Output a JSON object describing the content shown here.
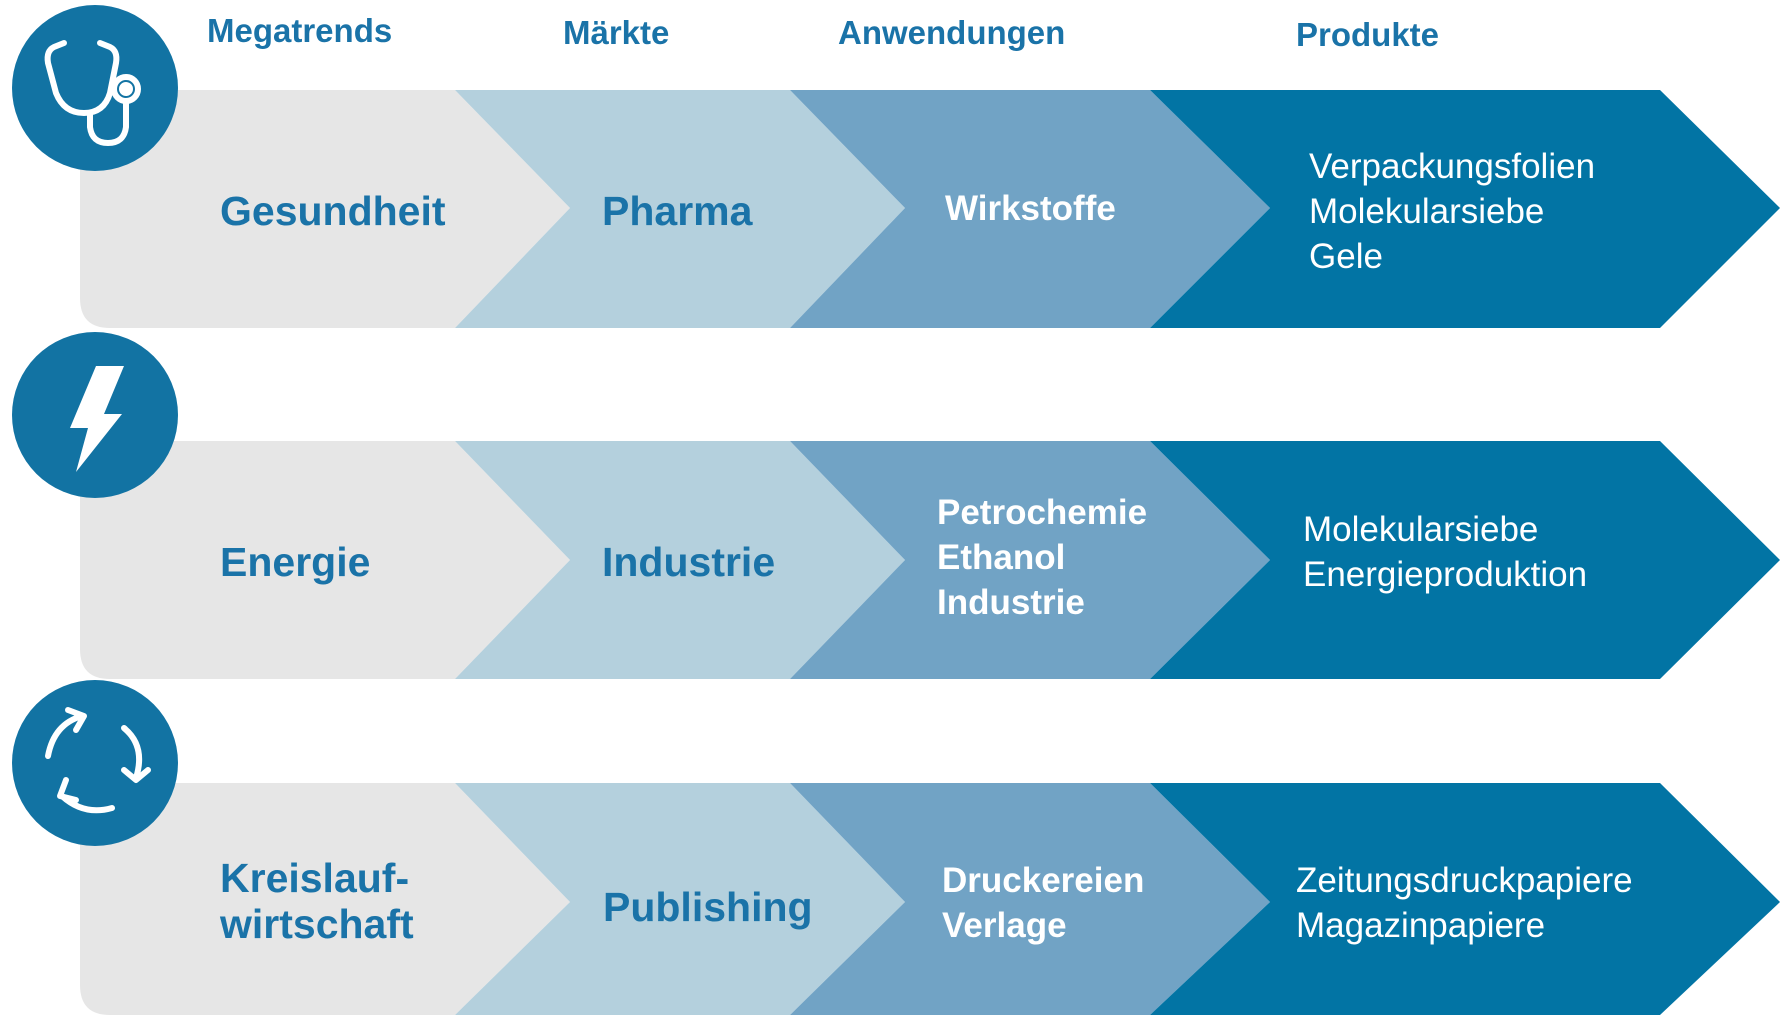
{
  "headers": [
    "Megatrends",
    "Märkte",
    "Anwendungen",
    "Produkte"
  ],
  "rows": [
    {
      "icon": "stethoscope-icon",
      "megatrend": [
        "Gesundheit"
      ],
      "markt": [
        "Pharma"
      ],
      "anwendung": [
        "Wirkstoffe"
      ],
      "produkte": [
        "Verpackungsfolien",
        "Molekularsiebe",
        "Gele"
      ]
    },
    {
      "icon": "lightning-bolt-icon",
      "megatrend": [
        "Energie"
      ],
      "markt": [
        "Industrie"
      ],
      "anwendung": [
        "Petrochemie",
        "Ethanol",
        "Industrie"
      ],
      "produkte": [
        "Molekularsiebe",
        "Energieproduktion"
      ]
    },
    {
      "icon": "recycle-arrows-icon",
      "megatrend": [
        "Kreislauf-",
        "wirtschaft"
      ],
      "markt": [
        "Publishing"
      ],
      "anwendung": [
        "Druckereien",
        "Verlage"
      ],
      "produkte": [
        "Zeitungsdruckpapiere",
        "Magazinpapiere"
      ]
    }
  ],
  "colors": {
    "stage1": "#e6e6e6",
    "stage2": "#b4d0dd",
    "stage3": "#71a3c5",
    "stage4": "#0274a4",
    "icon_bg": "#1273a3",
    "heading_text": "#1a73a8"
  }
}
